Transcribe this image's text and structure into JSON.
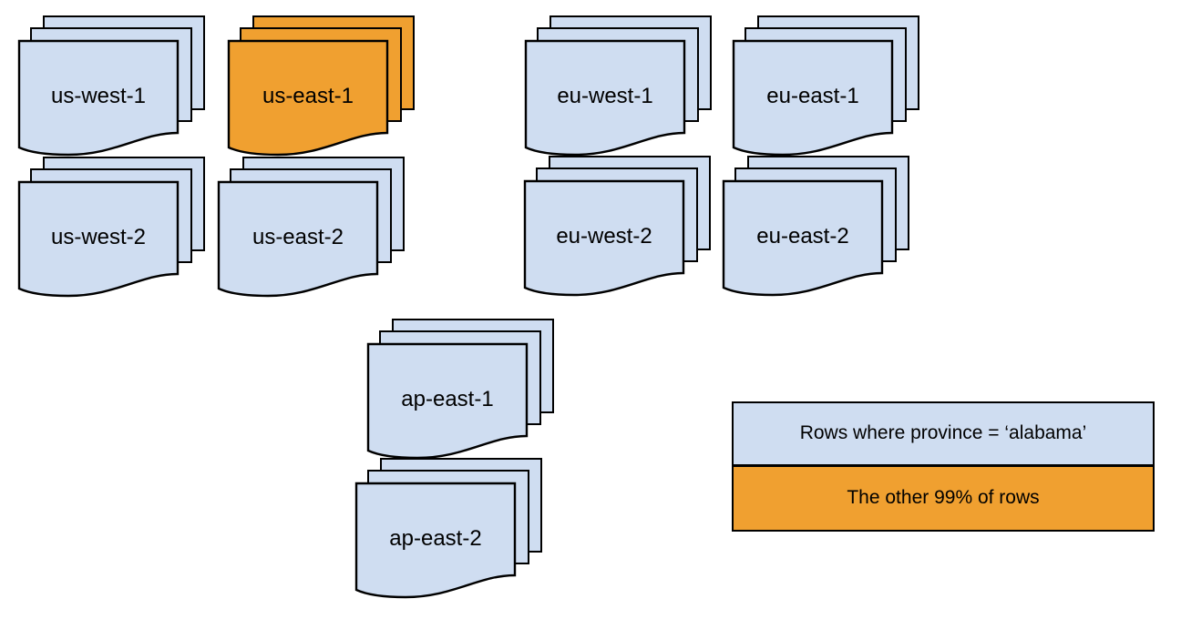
{
  "colors": {
    "region_fill": "#cfddf1",
    "highlight_fill": "#f0a030",
    "outline": "#000000",
    "text": "#000000",
    "background": "#ffffff"
  },
  "stacks": [
    {
      "label": "us-west-1",
      "highlight": false
    },
    {
      "label": "us-east-1",
      "highlight": true
    },
    {
      "label": "eu-west-1",
      "highlight": false
    },
    {
      "label": "eu-east-1",
      "highlight": false
    },
    {
      "label": "us-west-2",
      "highlight": false
    },
    {
      "label": "us-east-2",
      "highlight": false
    },
    {
      "label": "eu-west-2",
      "highlight": false
    },
    {
      "label": "eu-east-2",
      "highlight": false
    },
    {
      "label": "ap-east-1",
      "highlight": false
    },
    {
      "label": "ap-east-2",
      "highlight": false
    }
  ],
  "legend": {
    "items": [
      {
        "label": "Rows where province = ‘alabama’",
        "color": "#cfddf1"
      },
      {
        "label": "The other 99% of rows",
        "color": "#f0a030"
      }
    ]
  }
}
